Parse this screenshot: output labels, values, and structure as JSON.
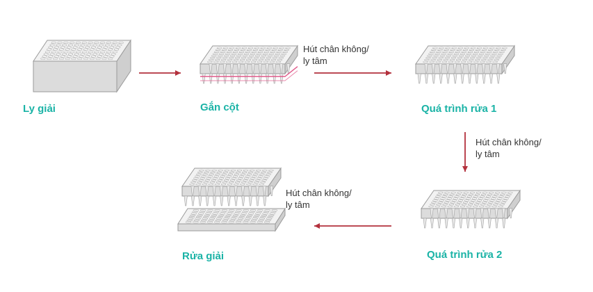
{
  "colors": {
    "label": "#1ab3a6",
    "arrow": "#b3303c",
    "note": "#333333",
    "plate_top": "#f2f2f2",
    "plate_side": "#dcdcdc",
    "plate_edge": "#9a9a9a",
    "filter_band": "#e05a8a"
  },
  "steps": [
    {
      "id": "lysis",
      "label": "Ly giải",
      "icon": "lysis-plate-icon"
    },
    {
      "id": "binding",
      "label": "Gắn cột",
      "icon": "filter-plate-binding-icon"
    },
    {
      "id": "wash1",
      "label": "Quá trình rửa 1",
      "icon": "filter-plate-icon"
    },
    {
      "id": "wash2",
      "label": "Quá trình rửa 2",
      "icon": "filter-plate-icon"
    },
    {
      "id": "elution",
      "label": "Rửa giải",
      "icon": "filter-plate-on-collection-plate-icon"
    }
  ],
  "transitions": [
    {
      "from": "lysis",
      "to": "binding",
      "line1": "",
      "line2": ""
    },
    {
      "from": "binding",
      "to": "wash1",
      "line1": "Hút chân không/",
      "line2": "ly tâm"
    },
    {
      "from": "wash1",
      "to": "wash2",
      "line1": "Hút chân không/",
      "line2": "ly tâm"
    },
    {
      "from": "wash2",
      "to": "elution",
      "line1": "Hút chân không/",
      "line2": "ly tâm"
    }
  ]
}
